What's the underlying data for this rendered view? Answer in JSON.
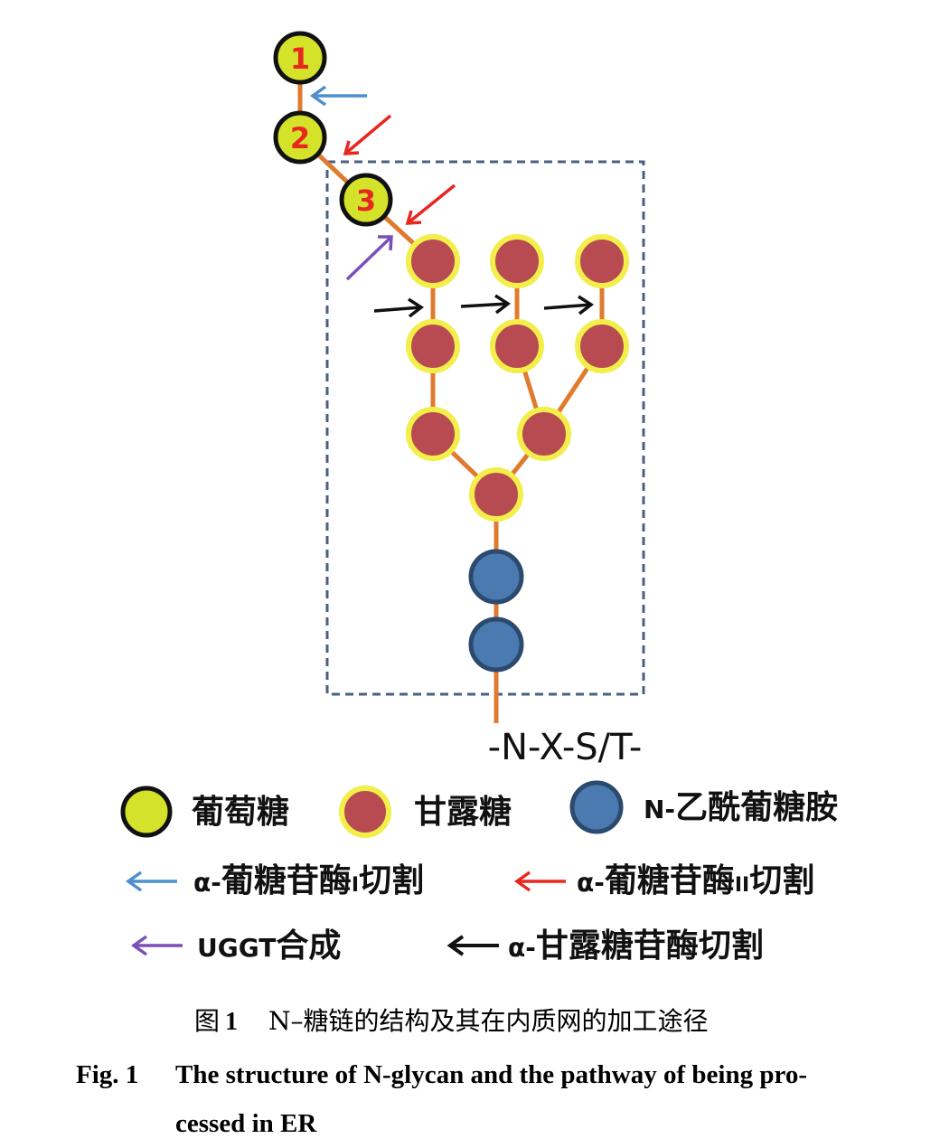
{
  "glucose_labels": [
    "1",
    "2",
    "3"
  ],
  "sequon": "-N-X-S/T-",
  "legend": {
    "glucose": "葡萄糖",
    "mannose": "甘露糖",
    "glcnac_prefix": "N-",
    "glcnac": "乙酰葡糖胺",
    "glucosidase1_alpha": "α-",
    "glucosidase1_main": "葡糖苷酶",
    "glucosidase1_roman": "I",
    "glucosidase1_tail": "切割",
    "glucosidase2_alpha": "α-",
    "glucosidase2_main": "葡糖苷酶",
    "glucosidase2_roman": "II",
    "glucosidase2_tail": "切割",
    "uggt_abbr": "UGGT",
    "uggt_tail": "合成",
    "mannosidase_alpha": "α-",
    "mannosidase_text": "甘露糖苷酶切割"
  },
  "caption": {
    "cn_label": "图",
    "cn_number": "1",
    "cn_text": "N–糖链的结构及其在内质网的加工途径",
    "en_label": "Fig. 1",
    "en_line1": "The structure of N-glycan and the pathway of being pro-",
    "en_line2": "cessed in ER"
  },
  "colors": {
    "glucose_fill": "#d4e22a",
    "glucose_stroke": "#111111",
    "mannose_fill": "#b84a52",
    "mannose_stroke": "#f2ee4a",
    "glcnac_fill": "#4a7ab0",
    "glcnac_stroke": "#2b4a6e",
    "bond": "#e07a2e",
    "glucose_number": "#e8271f",
    "arrow_glucosidase1": "#4f8fcf",
    "arrow_glucosidase2": "#e8271f",
    "arrow_uggt": "#7a4fb8",
    "arrow_mannosidase": "#111111",
    "box_dash": "#4a6080"
  }
}
